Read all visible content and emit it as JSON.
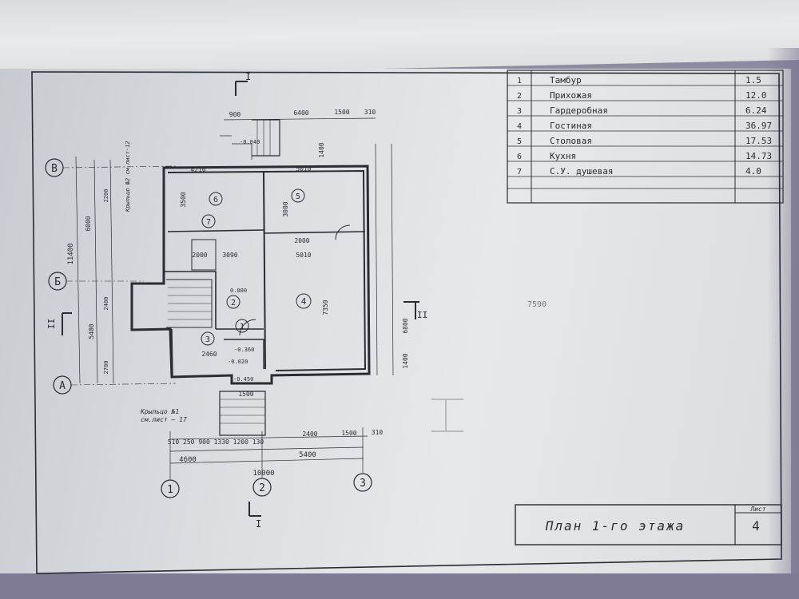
{
  "sheet": {
    "title": "План 1-го этажа",
    "sheet_label": "Лист",
    "sheet_number": "4"
  },
  "rooms_table": [
    {
      "num": "1",
      "name": "Тамбур",
      "area": "1.5"
    },
    {
      "num": "2",
      "name": "Прихожая",
      "area": "12.0"
    },
    {
      "num": "3",
      "name": "Гардеробная",
      "area": "6.24"
    },
    {
      "num": "4",
      "name": "Гостиная",
      "area": "36.97"
    },
    {
      "num": "5",
      "name": "Столовая",
      "area": "17.53"
    },
    {
      "num": "6",
      "name": "Кухня",
      "area": "14.73"
    },
    {
      "num": "7",
      "name": "С.У. душевая",
      "area": "4.0"
    }
  ],
  "axes": {
    "letters": [
      "В",
      "Б",
      "А"
    ],
    "numbers": [
      "1",
      "2",
      "3"
    ]
  },
  "section_marks": {
    "top": "I",
    "bottom": "I",
    "left": "II",
    "right": "II"
  },
  "room_labels": [
    "1",
    "2",
    "3",
    "4",
    "5",
    "6",
    "7"
  ],
  "dims": {
    "total_width": "10000",
    "width_left": "4600",
    "width_right": "5400",
    "total_height": "11400",
    "top_a": "900",
    "top_b": "6400",
    "top_c": "1500",
    "top_d": "310",
    "bottom_a": "2400",
    "bottom_b": "1500",
    "bottom_c": "310",
    "bottom_row": "510 250 900 1330 1200 130",
    "h_upper": "6000",
    "h_lower": "5400",
    "inner_a": "4210",
    "inner_b": "5010",
    "inner_c": "5010",
    "inner_d": "3500",
    "inner_e": "3000",
    "inner_f": "7350",
    "inner_g": "2000",
    "inner_h": "2460",
    "inner_i": "1500",
    "inner_j": "3090",
    "inner_k": "2000",
    "inner_l": "6800",
    "inner_m": "1400",
    "inner_n": "1400",
    "left_a": "2200",
    "left_b": "2400",
    "left_c": "2700",
    "level_a": "-0.040",
    "level_b": "0.000",
    "level_c": "-0.020",
    "level_d": "-0.450",
    "level_e": "-0.360"
  },
  "notes": {
    "porch": "Крыльцо №1",
    "porch_ref": "см.лист – 17",
    "porch2_ref": "Крыльцо №2 см.лист-12"
  },
  "pencil_note": "7590"
}
